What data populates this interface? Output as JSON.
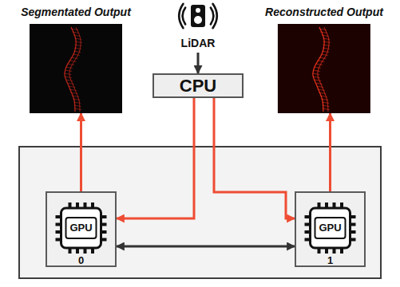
{
  "diagram": {
    "nodes": [
      {
        "text": [
          "Segmentated Output"
        ]
      },
      {
        "text": [
          "LiDAR"
        ]
      },
      {
        "text": [
          "Reconstructed Output"
        ]
      },
      {
        "text": [
          "CPU"
        ]
      },
      {
        "text": [
          "GPU",
          "0"
        ]
      },
      {
        "text": [
          "GPU",
          "1"
        ]
      }
    ],
    "edges": [
      {
        "from": 1,
        "to": 3,
        "arrow": "to"
      },
      {
        "from": 3,
        "to": 4,
        "arrow": "to"
      },
      {
        "from": 3,
        "to": 5,
        "arrow": "to"
      },
      {
        "from": 4,
        "to": 0,
        "arrow": "to"
      },
      {
        "from": 5,
        "to": 2,
        "arrow": "to"
      },
      {
        "from": 4,
        "to": 5,
        "arrow": "both"
      }
    ]
  }
}
